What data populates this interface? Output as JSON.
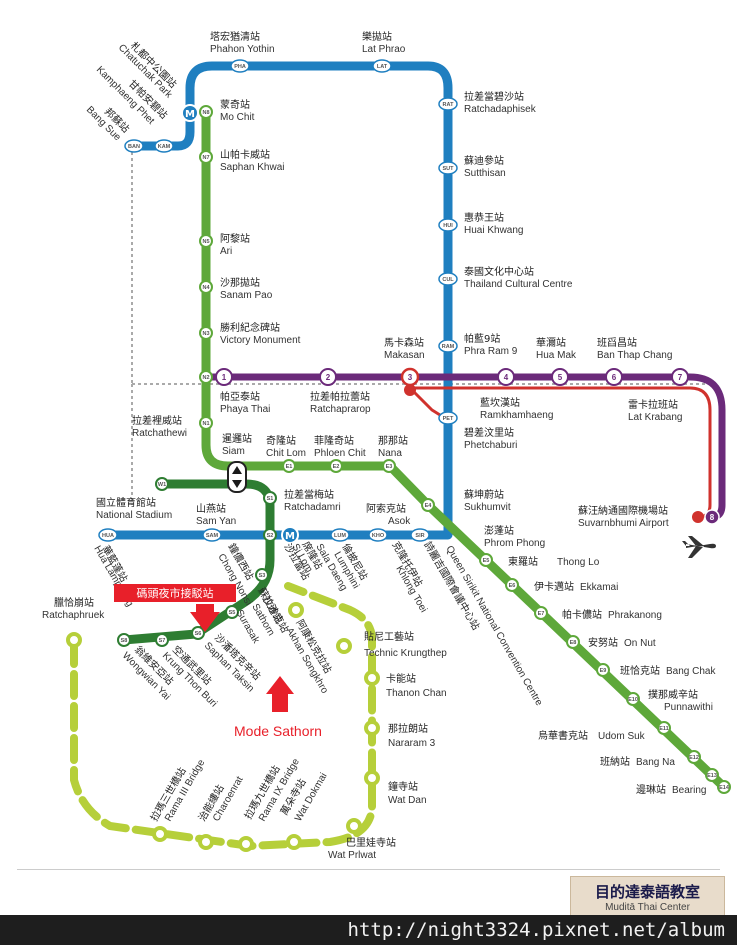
{
  "map": {
    "colors": {
      "blue_line": "#1f7fc0",
      "green_line": "#5ea83a",
      "dark_green_line": "#2e7d32",
      "gondola": "#b6cf3a",
      "purple_line": "#6b2a7a",
      "red_line": "#d0322d",
      "station_fill": "#ffffff"
    },
    "labels": {
      "phahon_zh": "塔宏猶清站",
      "phahon_en": "Phahon Yothin",
      "latphrao_zh": "樂拋站",
      "latphrao_en": "Lat Phrao",
      "chatuchak_zh": "札都中公園站",
      "chatuchak_en": "Chatuchak Park",
      "kamphaeng_zh": "甘帕安碧站",
      "kamphaeng_en": "Kamphaeng Phet",
      "bangsue_zh": "邦蘇站",
      "bangsue_en": "Bang Sue",
      "mochit_zh": "蒙奇站",
      "mochit_en": "Mo Chit",
      "saphankhwai_zh": "山帕卡威站",
      "saphankhwai_en": "Saphan Khwai",
      "ari_zh": "阿黎站",
      "ari_en": "Ari",
      "sanampao_zh": "沙那拋站",
      "sanampao_en": "Sanam Pao",
      "victory_zh": "勝利紀念碑站",
      "victory_en": "Victory Monument",
      "phayathai_zh": "帕亞泰站",
      "phayathai_en": "Phaya Thai",
      "ratchathewi_zh": "拉差裡威站",
      "ratchathewi_en": "Ratchathewi",
      "ratchaprarop_zh": "拉差帕拉蕾站",
      "ratchaprarop_en": "Ratchaprarop",
      "ratchadaphisek_zh": "拉差當碧沙站",
      "ratchadaphisek_en": "Ratchadaphisek",
      "sutthisan_zh": "蘇迪參站",
      "sutthisan_en": "Sutthisan",
      "huaikhwang_zh": "惠恭王站",
      "huaikhwang_en": "Huai Khwang",
      "culture_zh": "泰國文化中心站",
      "culture_en": "Thailand Cultural Centre",
      "phraram9_zh": "帕藍9站",
      "phraram9_en": "Phra Ram 9",
      "makasan_zh": "馬卡森站",
      "makasan_en": "Makasan",
      "huamak_zh": "華濔站",
      "huamak_en": "Hua Mak",
      "banthap_zh": "班舀昌站",
      "banthap_en": "Ban Thap Chang",
      "ramkhamhaeng_zh": "藍坎漢站",
      "ramkhamhaeng_en": "Ramkhamhaeng",
      "latkrabang_zh": "雷卡拉班站",
      "latkrabang_en": "Lat Krabang",
      "phetchaburi_zh": "碧差汶里站",
      "phetchaburi_en": "Phetchaburi",
      "siam_zh": "暹邏站",
      "siam_en": "Siam",
      "chitlom_zh": "奇隆站",
      "chitlom_en": "Chit Lom",
      "phloenchit_zh": "菲隆奇站",
      "phloenchit_en": "Phloen Chit",
      "nana_zh": "那那站",
      "nana_en": "Nana",
      "sukhumvit_zh": "蘇坤蔚站",
      "sukhumvit_en": "Sukhumvit",
      "airport_zh": "蘇汪納通國際機場站",
      "airport_en": "Suvarnbhumi Airport",
      "stadium_zh": "國立體育館站",
      "stadium_en": "National Stadium",
      "samyan_zh": "山燕站",
      "samyan_en": "Sam Yan",
      "ratchadamri_zh": "拉差當梅站",
      "ratchadamri_en": "Ratchadamri",
      "asok_zh": "阿索克站",
      "asok_en": "Asok",
      "phromphong_zh": "澎蓬站",
      "phromphong_en": "Phrom Phong",
      "thonglo_zh": "東羅站",
      "thonglo_en": "Thong Lo",
      "ekkamai_zh": "伊卡邁站",
      "ekkamai_en": "Ekkamai",
      "phrakanong_zh": "帕卡儂站",
      "phrakanong_en": "Phrakanong",
      "onnut_zh": "安努站",
      "onnut_en": "On Nut",
      "bangchak_zh": "班恰克站",
      "bangchak_en": "Bang Chak",
      "punnawithi_zh": "撲那威辛站",
      "punnawithi_en": "Punnawithi",
      "udomsuk_zh": "烏華書克站",
      "udomsuk_en": "Udom Suk",
      "bangna_zh": "班納站",
      "bangna_en": "Bang Na",
      "bearing_zh": "邊琳站",
      "bearing_en": "Bearing",
      "hualamphong_zh": "華藍蓬站",
      "hualamphong_en": "Hua Lamphong",
      "silom_zh": "席隆站",
      "silom_en": "Si Lom",
      "saladaeng_zh": "沙拉當站",
      "saladaeng_en": "Sala Daeng",
      "lumphini_zh": "倫披尼站",
      "lumphini_en": "Lumphini",
      "khlongtoei_zh": "克隆托伊站",
      "khlongtoei_en": "Khlong Toei",
      "qsncc_zh": "詩麗吉國際會議中心站",
      "qsncc_en": "Queen Sirikit National Convention Centre",
      "chongnonsi_zh": "鐘儂西站",
      "chongnonsi_en": "Chong Nonsi",
      "surasak_zh": "蘇拉沙克站",
      "surasak_en": "Surasak",
      "saphantaksin_zh": "沙潘塔克辛站",
      "saphantaksin_en": "Saphan Taksin",
      "krungthonburi_zh": "空通武里站",
      "krungthonburi_en": "Krung Thon Buri",
      "wongwianyai_zh": "翁維安亞站",
      "wongwianyai_en": "Wongwian Yai",
      "ratchaphruek_zh": "臘恰崩站",
      "ratchaphruek_en": "Ratchaphruek",
      "sathorn_zh": "沙通站",
      "sathorn_en": "Sathorn",
      "akhansongkhro_zh": "阿康松克拉站",
      "akhansongkhro_en": "Akhan Songkhro",
      "technic_zh": "貼尼工藝站",
      "technic_en": "Technic Krungthep",
      "thanonchan_zh": "卡能站",
      "thanonchan_en": "Thanon Chan",
      "nararam3_zh": "那拉朗站",
      "nararam3_en": "Nararam 3",
      "watdan_zh": "鐘寺站",
      "watdan_en": "Wat Dan",
      "watprivat_zh": "巴里娃寺站",
      "watprivat_en": "Wat Prlwat",
      "ramaix_zh": "拉瑪九世橋站",
      "ramaix_en": "Rama IX Bridge",
      "ramaiii_zh": "拉瑪三世橋站",
      "ramaiii_en": "Rama III Bridge",
      "charoenrat_zh": "治能縷站",
      "charoenrat_en": "Charoenrat",
      "watdokmai_zh": "萬朵寺站",
      "watdokmai_en": "Wat Dokmai"
    },
    "codes": {
      "PHA": "PHA",
      "LAT": "LAT",
      "BAN": "BAN",
      "KAM": "KAM",
      "RAT": "RAT",
      "SUT": "SUT",
      "HUI": "HUI",
      "CUL": "CUL",
      "RAM": "RAM",
      "PET": "PET",
      "HUA": "HUA",
      "SAM": "SAM",
      "LUM": "LUM",
      "KHO": "KHO",
      "SIR": "SIR",
      "N8": "N8",
      "N7": "N7",
      "N5": "N5",
      "N4": "N4",
      "N3": "N3",
      "N2": "N2",
      "N1": "N1",
      "E1": "E1",
      "E2": "E2",
      "E3": "E3",
      "E4": "E4",
      "E5": "E5",
      "E6": "E6",
      "E7": "E7",
      "E8": "E8",
      "E9": "E9",
      "E10": "E10",
      "E11": "E11",
      "E12": "E12",
      "E13": "E13",
      "E14": "E14",
      "W1": "W1",
      "S1": "S1",
      "S2": "S2",
      "S3": "S3",
      "S5": "S5",
      "S6": "S6",
      "S7": "S7",
      "S8": "S8",
      "M": "M",
      "p1": "1",
      "p2": "2",
      "p3": "3",
      "p4": "4",
      "p5": "5",
      "p6": "6",
      "p7": "7",
      "p8": "8"
    },
    "callouts": {
      "asiatique": "碼頭夜市接駁站",
      "mode_sathorn": "Mode Sathorn"
    }
  },
  "footer": {
    "brand_zh": "目的達泰語教室",
    "brand_en": "Muditā Thai Center",
    "url": "http://night3324.pixnet.net/album"
  }
}
